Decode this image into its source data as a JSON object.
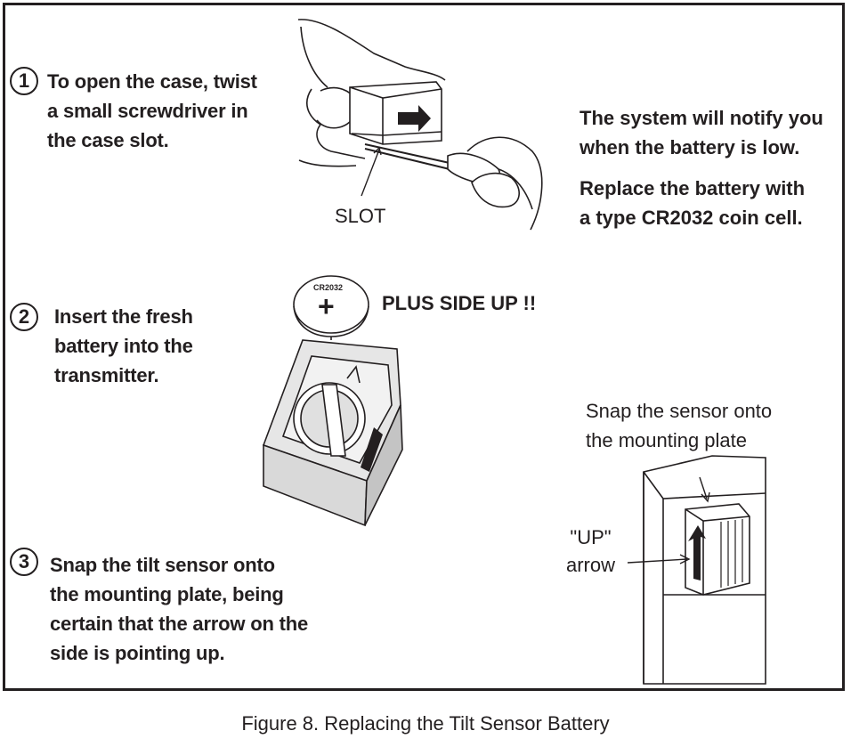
{
  "steps": [
    {
      "number": "1",
      "lines": [
        "To open the case, twist",
        "a small screwdriver in",
        "the case slot."
      ]
    },
    {
      "number": "2",
      "lines": [
        "Insert the fresh",
        "battery into the",
        "transmitter."
      ]
    },
    {
      "number": "3",
      "lines": [
        "Snap the tilt sensor onto",
        "the mounting plate, being",
        "certain that the arrow on the",
        "side is pointing up."
      ]
    }
  ],
  "notes": {
    "notify": [
      "The system will notify you",
      "when the battery is low."
    ],
    "replace": [
      "Replace the battery with",
      "a type CR2032 coin cell."
    ]
  },
  "labels": {
    "slot": "SLOT",
    "battery_type": "CR2032",
    "battery_plus": "+",
    "plus_side_up": "PLUS SIDE UP !!",
    "snap_sensor": [
      "Snap the sensor onto",
      "the mounting plate"
    ],
    "up_arrow": [
      "\"UP\"",
      "arrow"
    ]
  },
  "caption": "Figure 8. Replacing the Tilt Sensor Battery"
}
